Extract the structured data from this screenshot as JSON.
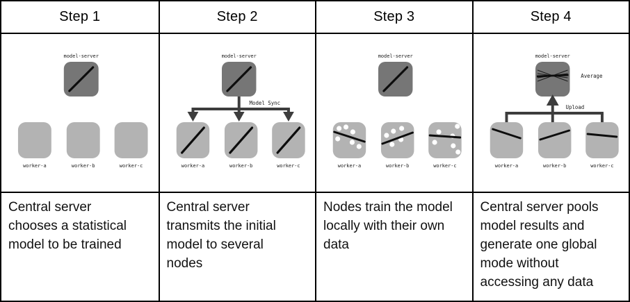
{
  "colors": {
    "server_box": "#767676",
    "worker_box": "#b3b3b3",
    "connector": "#3d3d3d",
    "model_line": "#0d0d0d",
    "border": "#000000",
    "background": "#ffffff"
  },
  "annotations": {
    "model_sync": "Model Sync",
    "upload": "Upload",
    "average": "Average"
  },
  "steps": [
    {
      "header": "Step 1",
      "server_label": "model-server",
      "workers": [
        "worker-a",
        "worker-b",
        "worker-c"
      ],
      "description": "Central server chooses a statistical model to be trained"
    },
    {
      "header": "Step 2",
      "server_label": "model-server",
      "workers": [
        "worker-a",
        "worker-b",
        "worker-c"
      ],
      "description": "Central server transmits the initial model to several nodes"
    },
    {
      "header": "Step 3",
      "server_label": "model-server",
      "workers": [
        "worker-a",
        "worker-b",
        "worker-c"
      ],
      "description": "Nodes train the model locally with their own data"
    },
    {
      "header": "Step 4",
      "server_label": "model-server",
      "workers": [
        "worker-a",
        "worker-b",
        "worker-c"
      ],
      "description": "Central server pools model results and generate one global mode without accessing any data"
    }
  ]
}
